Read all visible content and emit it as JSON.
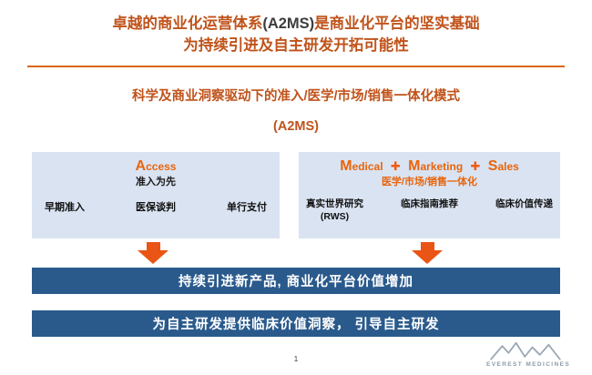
{
  "colors": {
    "title_orange": "#C0531B",
    "accent_orange": "#E8650D",
    "arrow_orange": "#EA5414",
    "banner_blue": "#2A5A8C",
    "box_background": "#DAE3F2",
    "logo_gray": "#9AA7B4"
  },
  "title": {
    "line1_prefix": "卓越的商业化运营体系",
    "line1_a2ms": "(A2MS)",
    "line1_suffix": "是商业化平台的坚实基础",
    "line2": "为持续引进及自主研发开拓可能性"
  },
  "subtitle": {
    "line1": "科学及商业洞察驱动下的准入/医学/市场/销售一体化模式",
    "line2": "(A2MS)"
  },
  "access_box": {
    "title_cap": "A",
    "title_rest": "ccess",
    "subtitle": "准入为先",
    "items": [
      "早期准入",
      "医保谈判",
      "单行支付"
    ]
  },
  "mms_box": {
    "words": [
      {
        "cap": "M",
        "rest": "edical"
      },
      {
        "cap": "M",
        "rest": "arketing"
      },
      {
        "cap": "S",
        "rest": "ales"
      }
    ],
    "plus": "✚",
    "subtitle": "医学/市场/销售一体化",
    "items": [
      {
        "line1": "真实世界研究",
        "line2": "(RWS)"
      },
      {
        "line1": "临床指南推荐",
        "line2": ""
      },
      {
        "line1": "临床价值传递",
        "line2": ""
      }
    ]
  },
  "banners": {
    "banner1": "持续引进新产品, 商业化平台价值增加",
    "banner2": "为自主研发提供临床价值洞察， 引导自主研发"
  },
  "footer": {
    "page_number": "1",
    "logo_text": "EVEREST MEDICINES"
  }
}
